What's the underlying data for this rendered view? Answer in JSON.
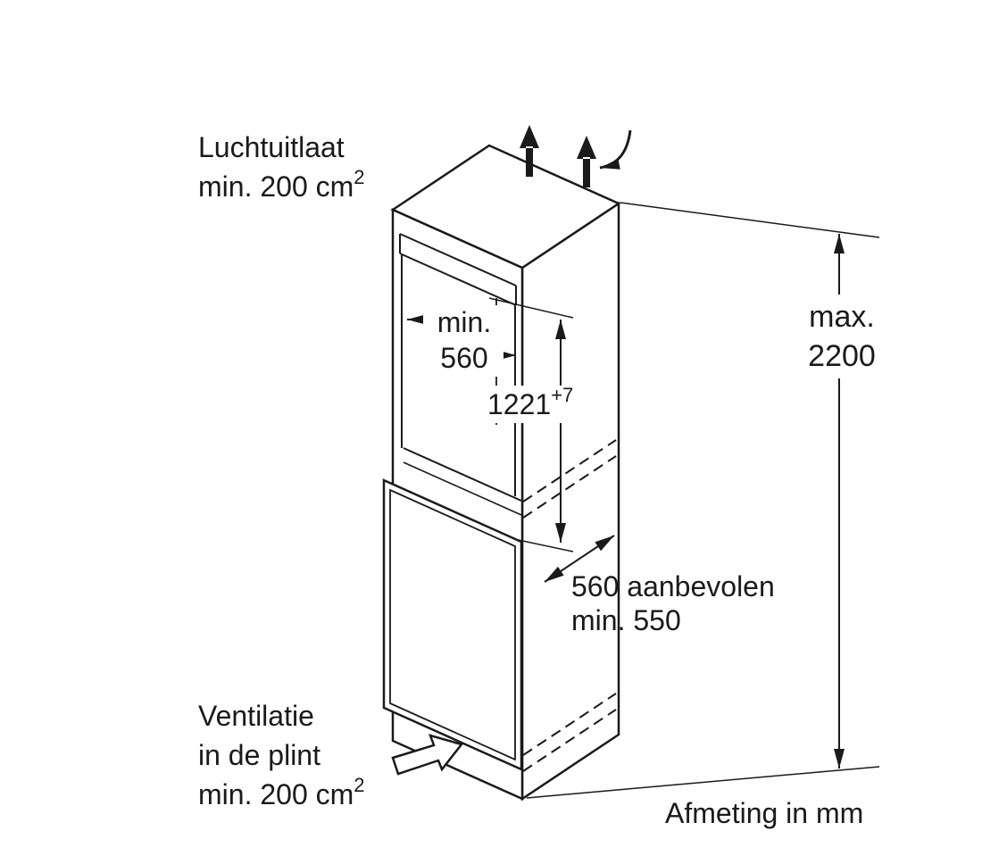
{
  "diagram": {
    "labels": {
      "air_outlet_line1": "Luchtuitlaat",
      "air_outlet_line2": "min. 200 cm",
      "air_outlet_sup": "2",
      "vent_line1": "Ventilatie",
      "vent_line2": "in de plint",
      "vent_line3": "min. 200 cm",
      "vent_sup": "2",
      "footer": "Afmeting in mm"
    },
    "dimensions": {
      "width_min_label": "min.",
      "width_min_value": "560",
      "niche_height_value": "1221",
      "niche_height_tolerance": "+7",
      "max_height_label": "max.",
      "max_height_value": "2200",
      "depth_line1": "560 aanbevolen",
      "depth_line2": "min. 550"
    },
    "colors": {
      "line": "#1a1a1a",
      "background": "#ffffff"
    }
  }
}
